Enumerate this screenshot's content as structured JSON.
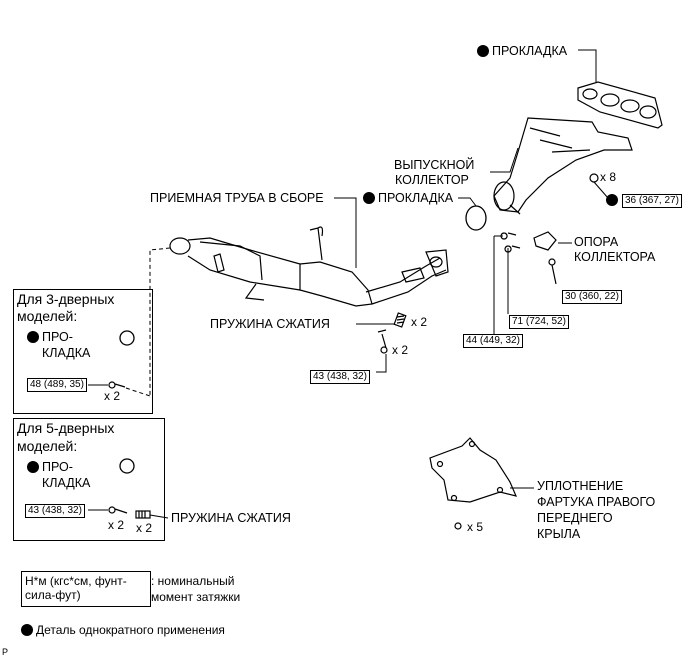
{
  "labels": {
    "gasket_top": "ПРОКЛАДКА",
    "exhaust_manifold_1": "ВЫПУСКНОЙ",
    "exhaust_manifold_2": "КОЛЛЕКТОР",
    "front_pipe": "ПРИЕМНАЯ ТРУБА В СБОРЕ",
    "gasket_mid": "ПРОКЛАДКА",
    "support_1": "ОПОРА",
    "support_2": "КОЛЛЕКТОРА",
    "spring_mid": "ПРУЖИНА СЖАТИЯ",
    "spring_low": "ПРУЖИНА СЖАТИЯ",
    "fender_1": "УПЛОТНЕНИЕ",
    "fender_2": "ФАРТУКА ПРАВОГО",
    "fender_3": "ПЕРЕДНЕГО",
    "fender_4": "КРЫЛА"
  },
  "torques": {
    "t36": "36 (367, 27)",
    "t30": "30 (360, 22)",
    "t71": "71 (724, 52)",
    "t44": "44 (449, 32)",
    "t43_mid": "43 (438, 32)",
    "t48": "48 (489, 35)",
    "t43_box": "43 (438, 32)"
  },
  "quantities": {
    "q8": "x 8",
    "q2_spring": "x 2",
    "q2_bolt": "x 2",
    "q2_box3": "x 2",
    "q2_box5_bolt": "x 2",
    "q2_box5_spring": "x 2",
    "q5": "x 5"
  },
  "box3": {
    "title_1": "Для 3-дверных",
    "title_2": "моделей:",
    "gasket_1": "ПРО-",
    "gasket_2": "КЛАДКА"
  },
  "box5": {
    "title_1": "Для 5-дверных",
    "title_2": "моделей:",
    "gasket_1": "ПРО-",
    "gasket_2": "КЛАДКА"
  },
  "legend": {
    "unit_1": "Н*м (кгс*см, фунт-",
    "unit_2": "сила-фут)",
    "desc_1": ": номинальный",
    "desc_2": "момент затяжки",
    "single_use": "Деталь однократного применения"
  },
  "corner_mark": "P"
}
